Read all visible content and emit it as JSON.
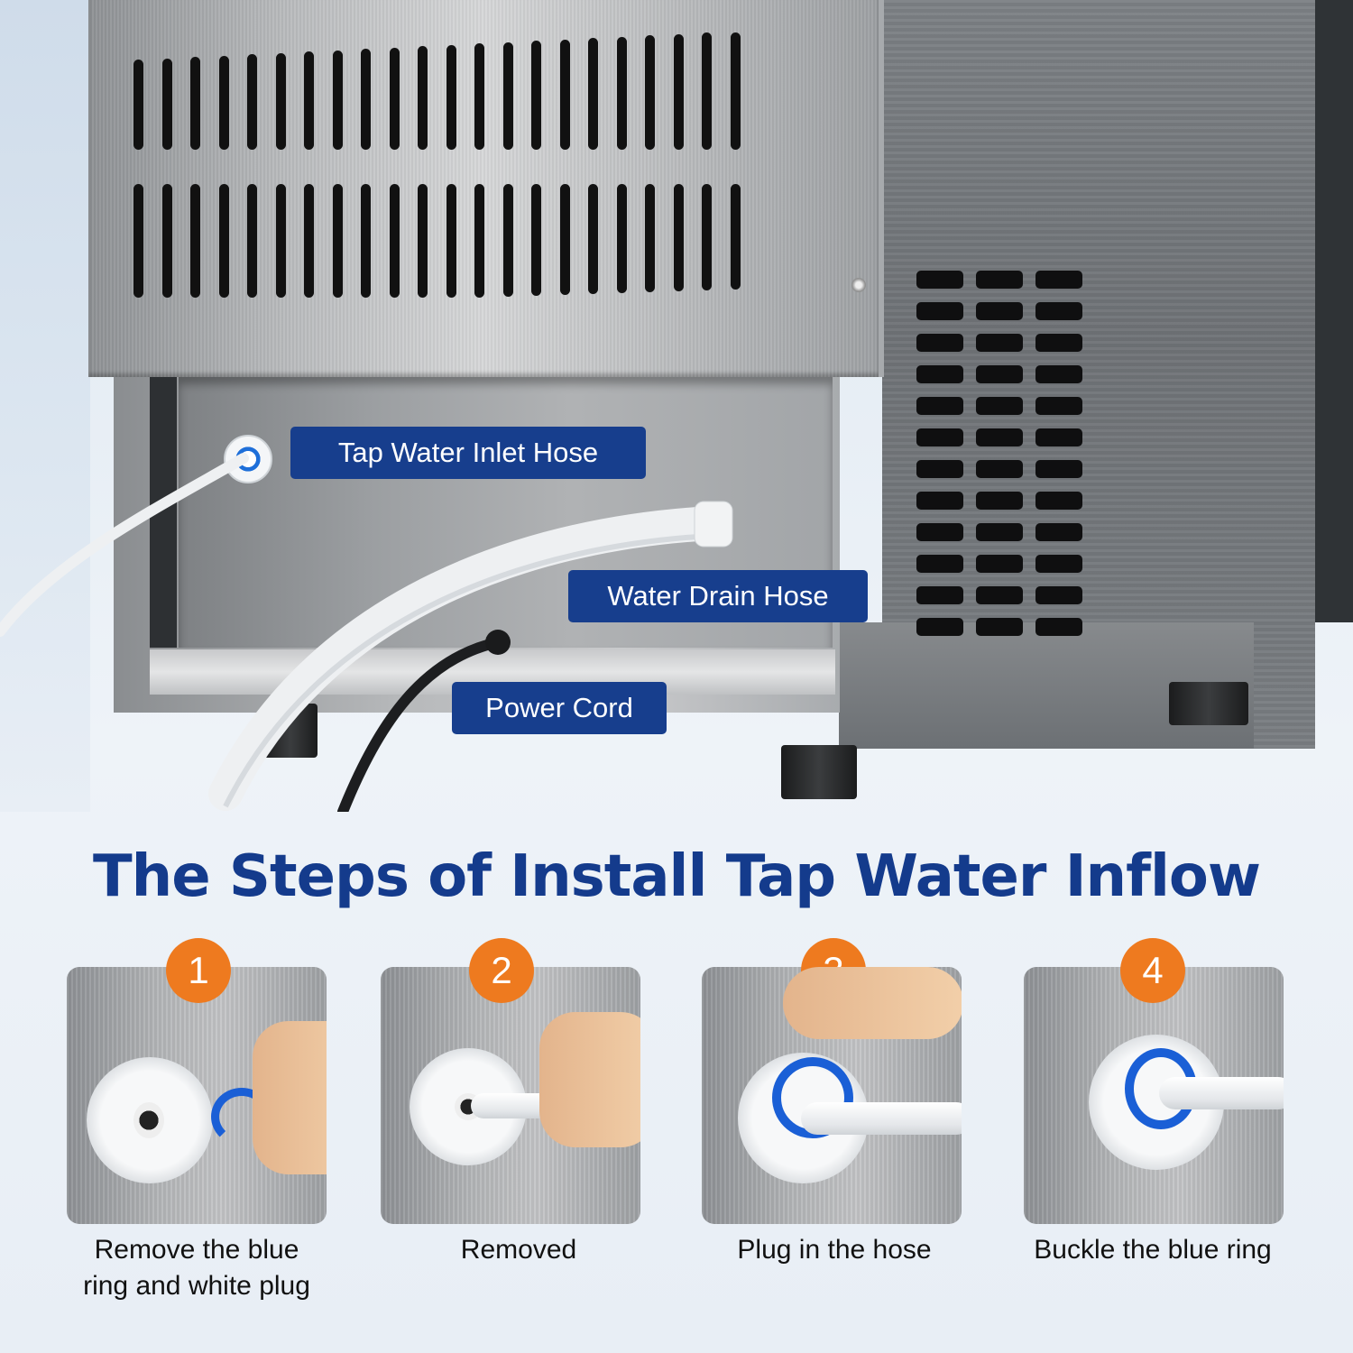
{
  "hero": {
    "labels": {
      "inlet_hose": "Tap Water Inlet Hose",
      "drain_hose": "Water Drain Hose",
      "power_cord": "Power Cord"
    },
    "label_color": "#173e8d"
  },
  "headline": "The Steps of Install Tap Water Inflow",
  "headline_color": "#143b8c",
  "steps": [
    {
      "number": "1",
      "caption_line1": "Remove the blue",
      "caption_line2": "ring and white plug"
    },
    {
      "number": "2",
      "caption_line1": "Removed",
      "caption_line2": ""
    },
    {
      "number": "3",
      "caption_line1": "Plug in the hose",
      "caption_line2": ""
    },
    {
      "number": "4",
      "caption_line1": "Buckle the blue ring",
      "caption_line2": ""
    }
  ],
  "badge_color": "#ee7a1f",
  "ring_color": "#1a5fd6"
}
